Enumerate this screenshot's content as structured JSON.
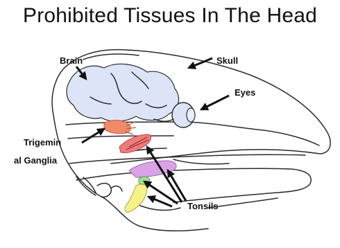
{
  "title": "Prohibited Tissues In The Head",
  "labels": {
    "brain": "Brain",
    "skull": "Skull",
    "eyes": "Eyes",
    "trigeminal_line1": "Trigemin",
    "trigeminal_line2": "al Ganglia",
    "tonsils": "Tonsils"
  },
  "colors": {
    "brain": "#dde4f7",
    "eye": "#dbe3f5",
    "ganglia": "#f08a6a",
    "tonsil_red": "#f07a7a",
    "tonsil_purple": "#d9a3e6",
    "tonsil_green": "#9fe08a",
    "tonsil_yellow": "#f4f08a"
  }
}
